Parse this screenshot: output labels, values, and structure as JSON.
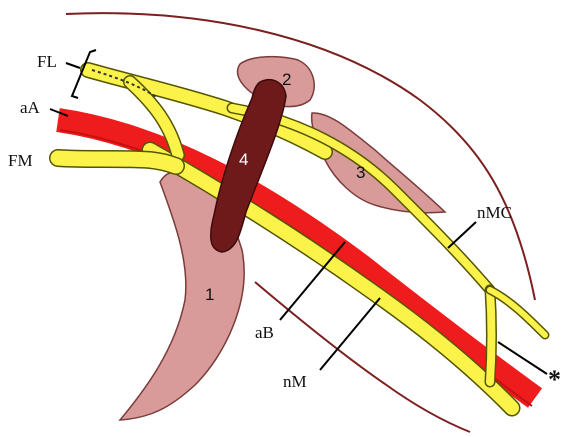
{
  "colors": {
    "muscle": "#d99a9a",
    "muscle_outline": "#7a3b3b",
    "nerve": "#fbf34a",
    "nerve_outline": "#555500",
    "artery": "#ee1c1c",
    "artery_dark": "#b40d0d",
    "tendon": "#6e1a1a",
    "contour": "#7c1f1f"
  },
  "labels": {
    "fl": "FL",
    "aa": "aA",
    "fm": "FM",
    "nmc": "nMC",
    "ab": "aB",
    "nm": "nM",
    "asterisk": "*"
  },
  "numbers": {
    "n1": "1",
    "n2": "2",
    "n3": "3",
    "n4": "4"
  }
}
